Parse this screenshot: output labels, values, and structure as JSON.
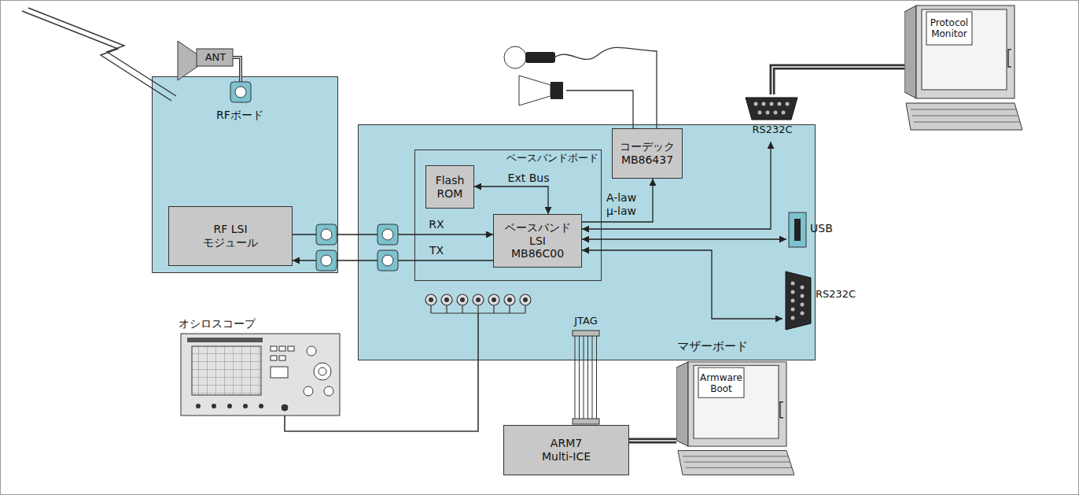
{
  "diagram": {
    "nodes": [
      {
        "text": [
          "RFボード"
        ]
      },
      {
        "text": [
          "RF LSI モジュール"
        ],
        "in": 0
      },
      {
        "text": [
          "マザーボード"
        ]
      },
      {
        "text": [
          "ベースバンドボード"
        ],
        "in": 2
      },
      {
        "text": [
          "Flash ROM"
        ],
        "in": 3
      },
      {
        "text": [
          "ベースバンド LSI MB86C00"
        ],
        "in": 3
      },
      {
        "text": [
          "コーデック MB86437"
        ],
        "in": 2
      },
      {
        "text": [
          "Protocol Monitor"
        ]
      },
      {
        "text": [
          "RS232C"
        ]
      },
      {
        "text": [
          "USB"
        ]
      },
      {
        "text": [
          "RS232C"
        ]
      },
      {
        "text": [
          "オシロスコープ"
        ]
      },
      {
        "text": [
          "ARM7 Multi-ICE"
        ]
      },
      {
        "text": [
          "Armware Boot"
        ]
      }
    ],
    "edges": [
      {
        "from": 1,
        "to": 5,
        "label": "RX",
        "arrow": "to"
      },
      {
        "from": 5,
        "to": 1,
        "label": "TX",
        "arrow": "to"
      },
      {
        "from": 4,
        "to": 5,
        "label": "Ext Bus",
        "arrow": "both"
      },
      {
        "from": 5,
        "to": 6,
        "label": "A-law μ-law",
        "arrow": "to"
      },
      {
        "from": 5,
        "to": 8,
        "arrow": "both"
      },
      {
        "from": 5,
        "to": 9,
        "arrow": "both"
      },
      {
        "from": 5,
        "to": 10,
        "arrow": "both"
      },
      {
        "from": 8,
        "to": 7,
        "arrow": "none"
      },
      {
        "from": 12,
        "to": 13,
        "arrow": "none"
      }
    ],
    "labels": [
      "ANT",
      "JTAG"
    ]
  }
}
